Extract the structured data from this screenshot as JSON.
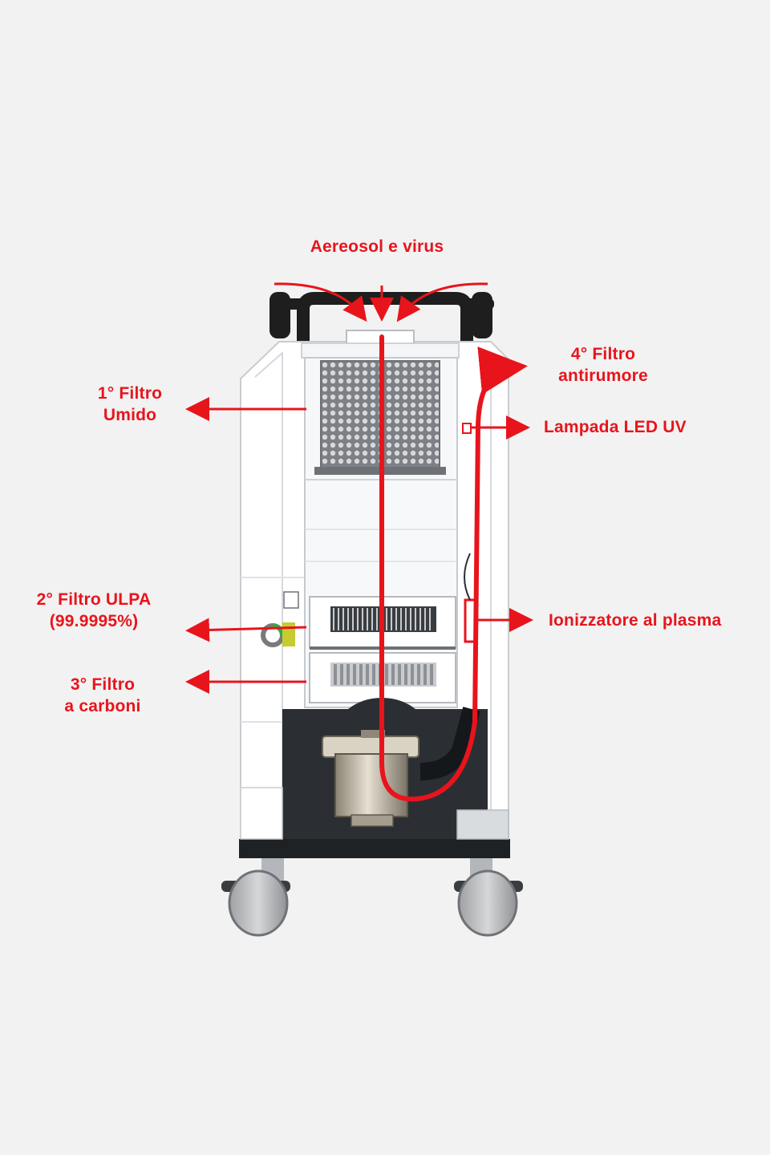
{
  "labels": {
    "top": "Aereosol e virus",
    "filter1": [
      "1° Filtro",
      "Umido"
    ],
    "filter2": [
      "2° Filtro ULPA",
      "(99.9995%)"
    ],
    "filter3": [
      "3° Filtro",
      "a carboni"
    ],
    "filter4": [
      "4° Filtro",
      "antirumore"
    ],
    "uv_lamp": "Lampada LED UV",
    "ionizer": "Ionizzatore al plasma"
  },
  "colors": {
    "accent": "#e8141c",
    "background": "#f2f2f2",
    "body": "#ffffff",
    "frame": "#2b2f33",
    "handle": "#1e1e1e"
  }
}
